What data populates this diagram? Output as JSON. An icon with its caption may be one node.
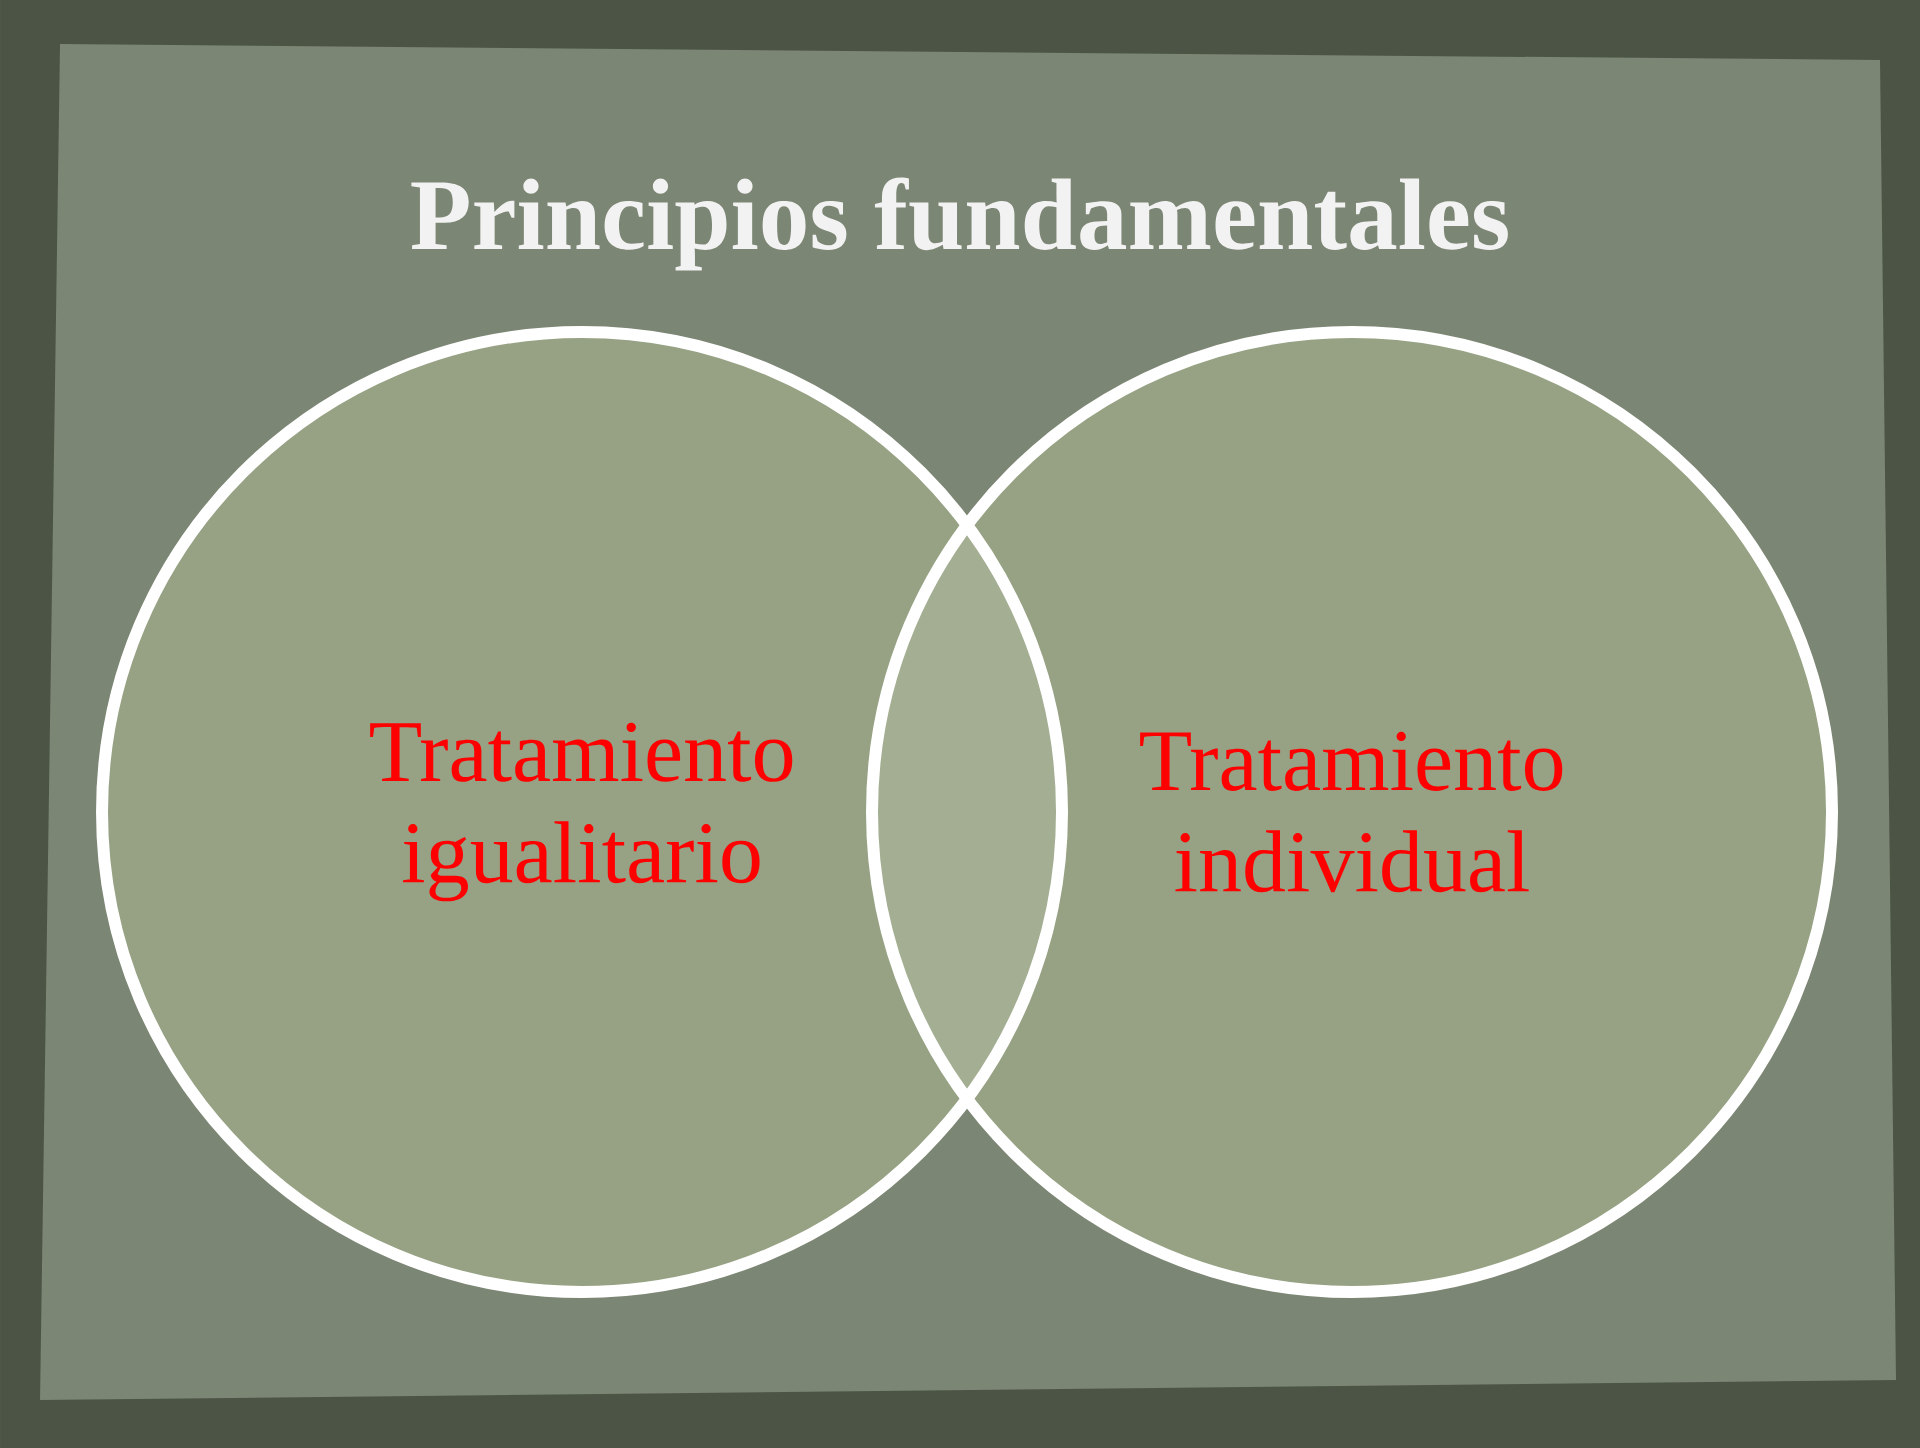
{
  "diagram": {
    "title": "Principios fundamentales",
    "nodes": [
      {
        "text": [
          "Tratamiento igualitario"
        ]
      },
      {
        "text": [
          "Tratamiento individual"
        ]
      }
    ]
  }
}
